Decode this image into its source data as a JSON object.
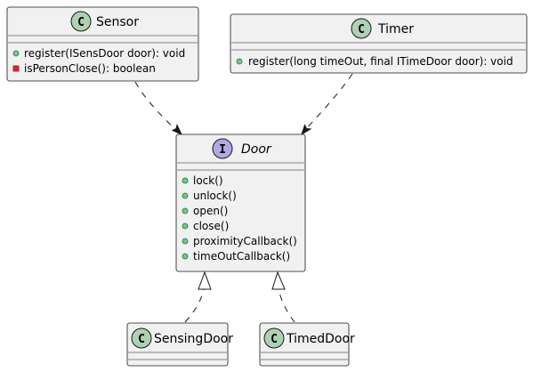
{
  "colors": {
    "box_fill": "#F1F1F1",
    "box_stroke": "#181818",
    "class_circle": "#ADD1B2",
    "interface_circle": "#B4A7E5",
    "public_marker": "#84BE84",
    "private_marker": "#C82930",
    "arrow": "#181818"
  },
  "classes": [
    {
      "id": "sensor",
      "name": "Sensor",
      "kind": "class",
      "circle_letter": "C",
      "members": [
        {
          "visibility": "public",
          "text": "register(ISensDoor door): void"
        },
        {
          "visibility": "private",
          "text": "isPersonClose(): boolean"
        }
      ]
    },
    {
      "id": "timer",
      "name": "Timer",
      "kind": "class",
      "circle_letter": "C",
      "members": [
        {
          "visibility": "public",
          "text": "register(long timeOut, final ITimeDoor door): void"
        }
      ]
    },
    {
      "id": "door",
      "name": "Door",
      "kind": "interface",
      "circle_letter": "I",
      "members": [
        {
          "visibility": "public",
          "text": "lock()"
        },
        {
          "visibility": "public",
          "text": "unlock()"
        },
        {
          "visibility": "public",
          "text": "open()"
        },
        {
          "visibility": "public",
          "text": "close()"
        },
        {
          "visibility": "public",
          "text": "proximityCallback()"
        },
        {
          "visibility": "public",
          "text": "timeOutCallback()"
        }
      ]
    },
    {
      "id": "sensingdoor",
      "name": "SensingDoor",
      "kind": "class",
      "circle_letter": "C",
      "members": []
    },
    {
      "id": "timeddoor",
      "name": "TimedDoor",
      "kind": "class",
      "circle_letter": "C",
      "members": []
    }
  ],
  "relations": [
    {
      "from": "sensor",
      "to": "door",
      "type": "dependency"
    },
    {
      "from": "timer",
      "to": "door",
      "type": "dependency"
    },
    {
      "from": "sensingdoor",
      "to": "door",
      "type": "realization"
    },
    {
      "from": "timeddoor",
      "to": "door",
      "type": "realization"
    }
  ]
}
